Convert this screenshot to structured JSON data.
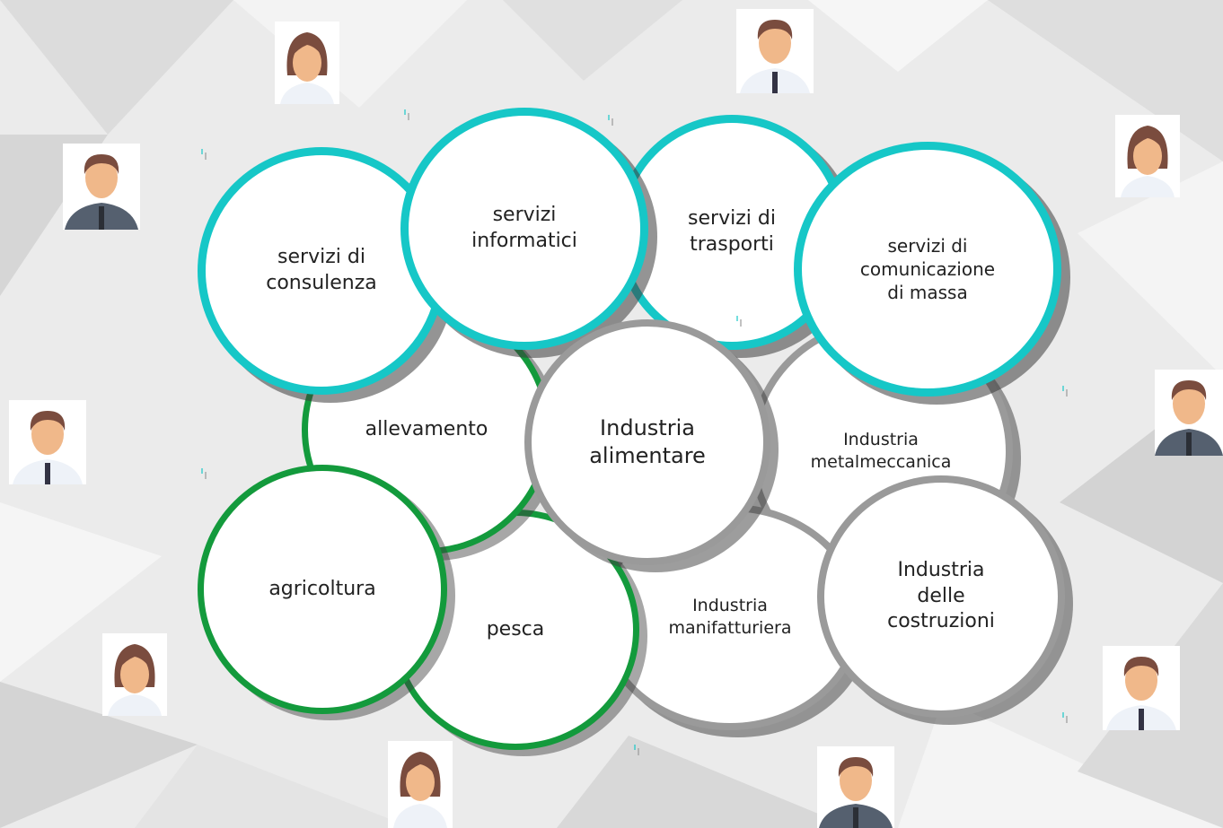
{
  "circles": {
    "servizi_consulenza": "servizi di\nconsulenza",
    "servizi_informatici": "servizi\ninformatici",
    "servizi_trasporti": "servizi di\ntrasporti",
    "servizi_comunicazione": "servizi di\ncomunicazione\ndi massa",
    "allevamento": "allevamento",
    "industria_alimentare": "Industria\nalimentare",
    "industria_metalmeccanica": "Industria\nmetalmeccanica",
    "agricoltura": "agricoltura",
    "pesca": "pesca",
    "industria_manifatturiera": "Industria\nmanifatturiera",
    "industria_costruzioni": "Industria\ndelle\ncostruzioni"
  },
  "colors": {
    "services_border": "#16c7c7",
    "primary_border": "#139a3c",
    "industry_border": "#9a9a9a"
  },
  "avatars": [
    "female-avatar-icon",
    "male-avatar-icon",
    "female-avatar-icon",
    "male-avatar-icon",
    "male-avatar-icon",
    "male-avatar-icon",
    "female-avatar-icon",
    "male-avatar-icon",
    "female-avatar-icon",
    "male-avatar-icon"
  ]
}
